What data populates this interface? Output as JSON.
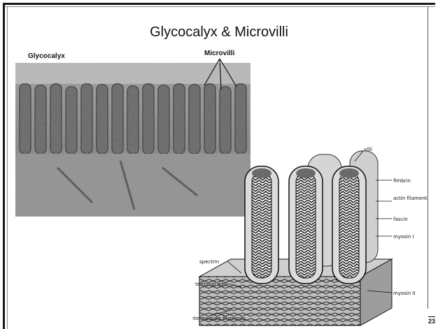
{
  "slide": {
    "title": "Glycocalyx & Microvilli",
    "page_number": "23"
  },
  "micrograph_labels": {
    "glycocalyx": "Glycocalyx",
    "microvilli": "Microvilli"
  },
  "diagram_labels": {
    "villi": "villi",
    "fimbrin": "fimbrin",
    "actin_filament": "actin filament",
    "fascin": "fascin",
    "myosin_i": "myosin I",
    "spectrin": "spectrin",
    "terminal_web": "terminal web",
    "myosin_ii": "myosin II",
    "intermediate_filaments": "intermediate filaments"
  }
}
